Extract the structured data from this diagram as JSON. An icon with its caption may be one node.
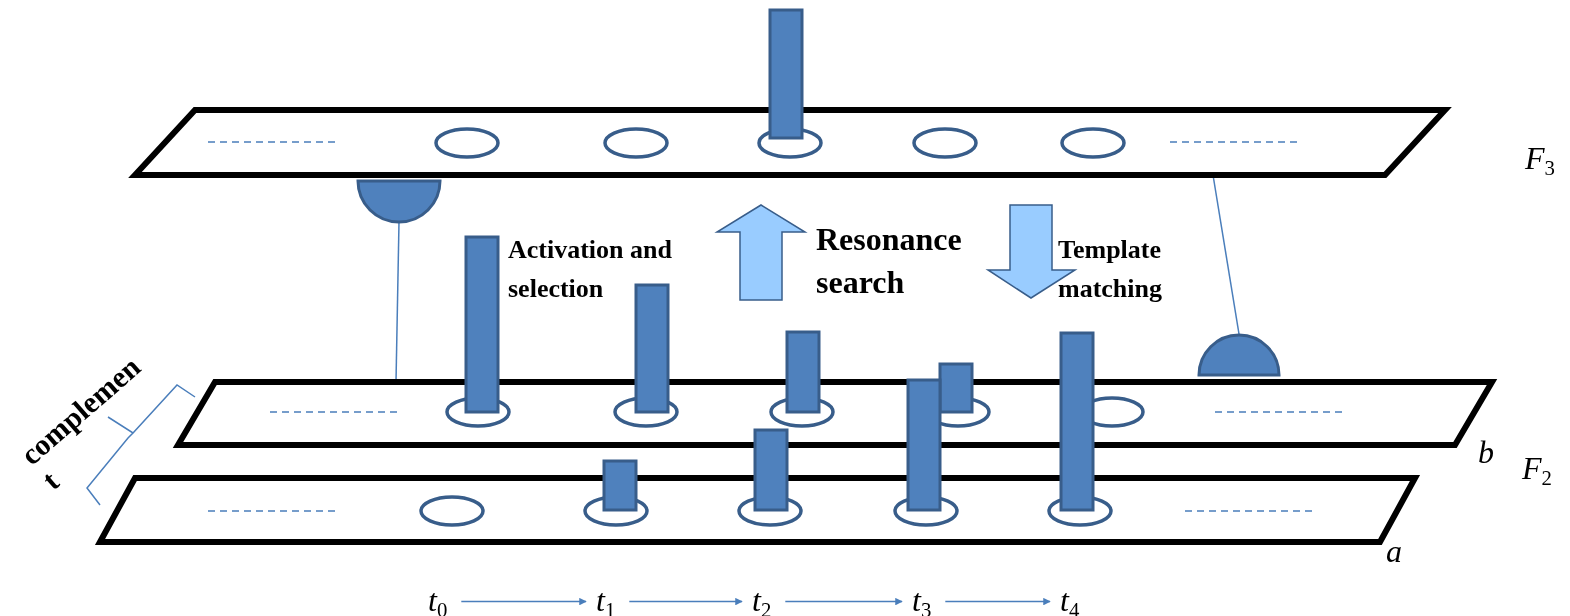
{
  "diagram": {
    "nodes": [
      {
        "text": [],
        "shape": "box",
        "beside": [
          "F$_{3}$"
        ]
      },
      {
        "text": [],
        "shape": "box",
        "beside": [
          "b"
        ]
      },
      {
        "text": [],
        "shape": "box",
        "beside": [
          "a"
        ]
      },
      {
        "text": [],
        "shape": "semicircle"
      },
      {
        "text": [],
        "shape": "semicircle"
      },
      {
        "text": [
          "t$_{0}$"
        ]
      },
      {
        "text": [
          "t$_{1}$"
        ]
      },
      {
        "text": [
          "t$_{2}$"
        ]
      },
      {
        "text": [
          "t$_{3}$"
        ]
      },
      {
        "text": [
          "t$_{4}$"
        ]
      }
    ],
    "edges": [
      {
        "from": 3,
        "to": 1,
        "arrow": "none"
      },
      {
        "from": 4,
        "to": 0,
        "arrow": "none"
      },
      {
        "from": 5,
        "to": 6,
        "arrow": "to"
      },
      {
        "from": 6,
        "to": 7,
        "arrow": "to"
      },
      {
        "from": 7,
        "to": 8,
        "arrow": "to"
      },
      {
        "from": 8,
        "to": 9,
        "arrow": "to"
      }
    ],
    "labels": [
      "Activation and selection",
      "Resonance search",
      "Template matching",
      "complemen t",
      "F$_{2}$"
    ]
  }
}
